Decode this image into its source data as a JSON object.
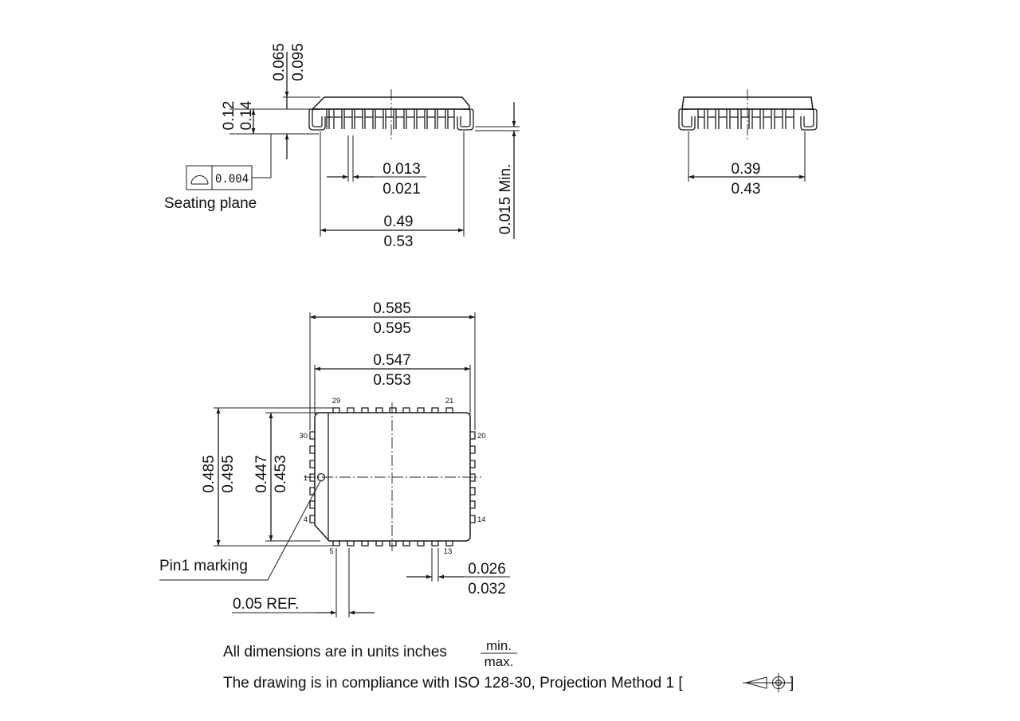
{
  "side_view": {
    "height_over_body": {
      "min": "0.065",
      "max": "0.095"
    },
    "total_height": {
      "min": "0.12",
      "max": "0.14"
    },
    "lead_width": {
      "min": "0.013",
      "max": "0.021"
    },
    "lead_span": {
      "min": "0.49",
      "max": "0.53"
    },
    "standoff": "0.015 Min.",
    "flatness_tolerance": "0.004",
    "seating_plane_label": "Seating plane"
  },
  "end_view": {
    "lead_span": {
      "min": "0.39",
      "max": "0.43"
    }
  },
  "top_view": {
    "overall_width": {
      "min": "0.585",
      "max": "0.595"
    },
    "body_width": {
      "min": "0.547",
      "max": "0.553"
    },
    "overall_length": {
      "min": "0.485",
      "max": "0.495"
    },
    "body_length": {
      "min": "0.447",
      "max": "0.453"
    },
    "lead_pitch": {
      "min": "0.026",
      "max": "0.032"
    },
    "chamfer_ref": "0.05 REF.",
    "pin1_label": "Pin1 marking",
    "pin_labels": {
      "p29": "29",
      "p21": "21",
      "p30": "30",
      "p20": "20",
      "p1": "1",
      "p4": "4",
      "p14": "14",
      "p5": "5",
      "p13": "13"
    }
  },
  "notes": {
    "units_text": "All dimensions are in units inches",
    "units_min": "min.",
    "units_max": "max.",
    "compliance_text": "The drawing is in compliance with ISO 128-30, Projection Method 1 [",
    "compliance_close": "]"
  },
  "colors": {
    "line": "#1a1a1a",
    "background": "#ffffff"
  },
  "icons": [
    "flatness-tolerance-icon",
    "projection-method-1-icon"
  ]
}
